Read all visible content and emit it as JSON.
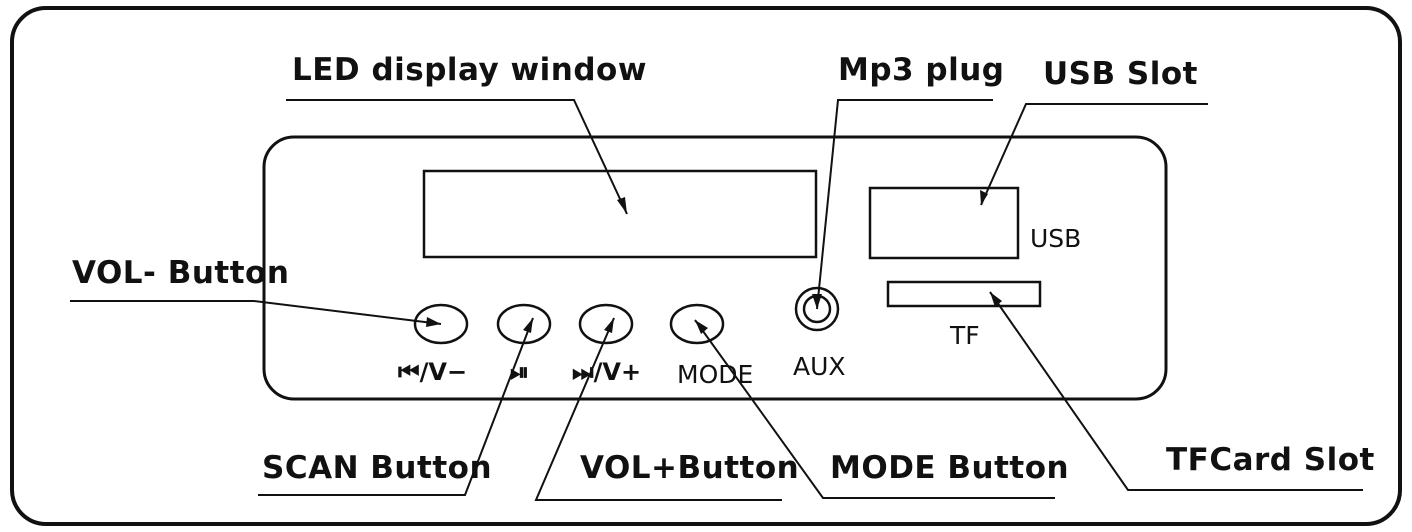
{
  "callouts": {
    "led_display": "LED display window",
    "mp3_plug": "Mp3 plug",
    "usb_slot": "USB Slot",
    "vol_minus": "VOL- Button",
    "scan": "SCAN Button",
    "vol_plus": "VOL+Button",
    "mode": "MODE Button",
    "tf_card": "TFCard Slot"
  },
  "panel_labels": {
    "usb": "USB",
    "tf": "TF",
    "aux": "AUX",
    "mode": "MODE",
    "btn1_symbol": "⏮/V−",
    "btn2_symbol": "⏯",
    "btn3_symbol": "⏭/V+"
  },
  "icons": {
    "btn1": "prev-vol-down-icon",
    "btn2": "play-pause-icon",
    "btn3": "next-vol-up-icon",
    "aux": "aux-jack-icon"
  }
}
